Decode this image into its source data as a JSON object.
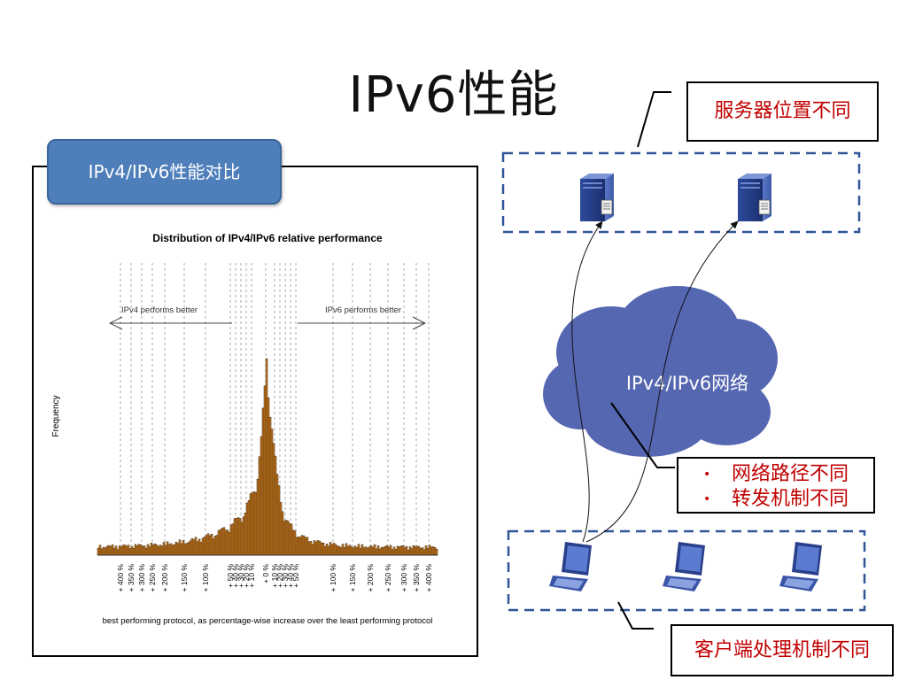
{
  "slide": {
    "title": "IPv6性能"
  },
  "chart_panel": {
    "tab_label": "IPv4/IPv6性能对比"
  },
  "chart_data": {
    "type": "bar",
    "title": "Distribution of IPv4/IPv6 relative performance",
    "xlabel": "best performing protocol, as percentage-wise increase over the least performing protocol",
    "ylabel": "Frequency",
    "annotations": [
      "IPv4 performs better",
      "IPv6 performs better"
    ],
    "tick_labels_left": [
      "+ 400 %",
      "+ 350 %",
      "+ 300 %",
      "+ 250 %",
      "+ 200 %",
      "+ 150 %",
      "+ 100 %",
      "+ 50 %",
      "+ 40 %",
      "+ 30 %",
      "+ 20 %",
      "+ 10 %",
      "+ 0 %"
    ],
    "tick_labels_right": [
      "+ 10 %",
      "+ 20 %",
      "+ 30 %",
      "+ 40 %",
      "+ 50 %",
      "+ 100 %",
      "+ 150 %",
      "+ 200 %",
      "+ 250 %",
      "+ 300 %",
      "+ 350 %",
      "+ 400 %"
    ],
    "grid": "vertical-dashed",
    "bar_color": "#c8781e"
  },
  "diagram": {
    "cloud_label": "IPv4/IPv6网络",
    "callout_server": "服务器位置不同",
    "callout_network": [
      "网络路径不同",
      "转发机制不同"
    ],
    "callout_client": "客户端处理机制不同",
    "bullet": "•",
    "colors": {
      "cloud": "#5567b1",
      "accent": "#c00000",
      "dashed": "#2f5597",
      "tab": "#4f7fbb"
    }
  }
}
